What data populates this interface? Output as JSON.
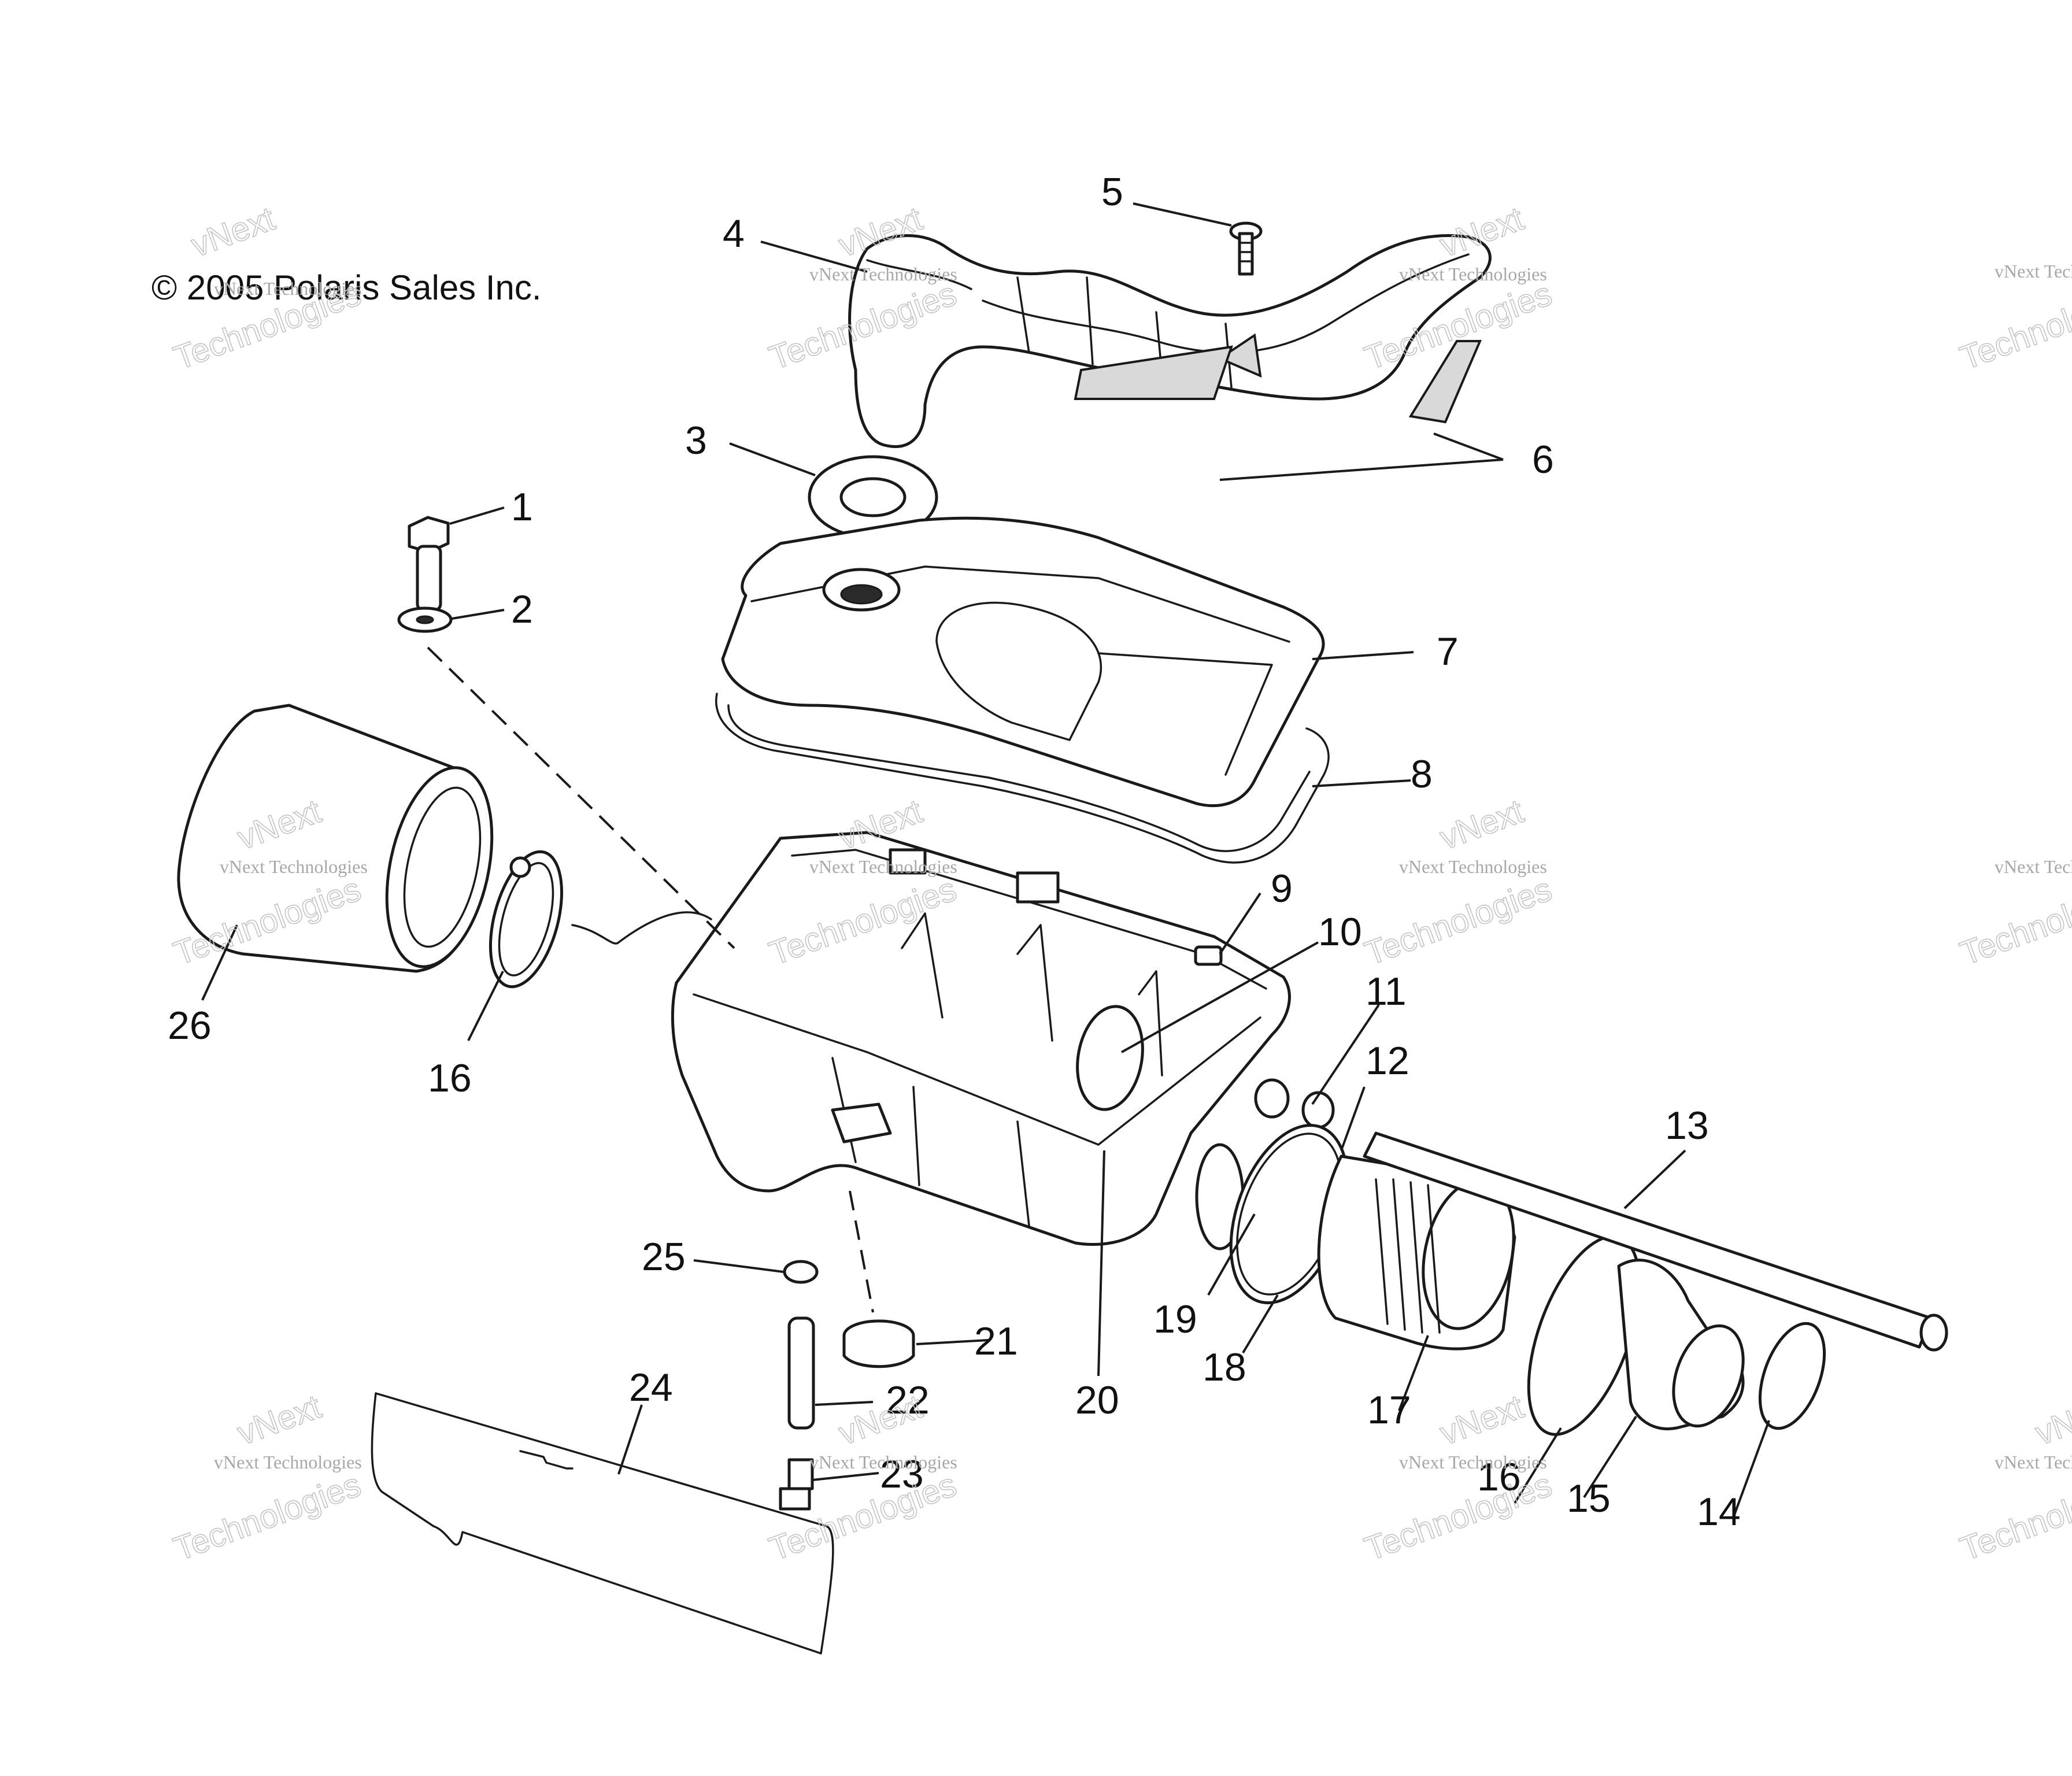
{
  "copyright": "© 2005 Polaris Sales Inc.",
  "watermark": {
    "small": "vNext Technologies",
    "big": "Technologies",
    "top": "vNext"
  },
  "callouts": {
    "c1": "1",
    "c2": "2",
    "c3": "3",
    "c4": "4",
    "c5": "5",
    "c6": "6",
    "c7": "7",
    "c8": "8",
    "c9": "9",
    "c10": "10",
    "c11": "11",
    "c12": "12",
    "c13": "13",
    "c14": "14",
    "c15": "15",
    "c16a": "16",
    "c16b": "16",
    "c17": "17",
    "c18": "18",
    "c19": "19",
    "c20": "20",
    "c21": "21",
    "c22": "22",
    "c23": "23",
    "c24": "24",
    "c25": "25",
    "c26": "26"
  }
}
